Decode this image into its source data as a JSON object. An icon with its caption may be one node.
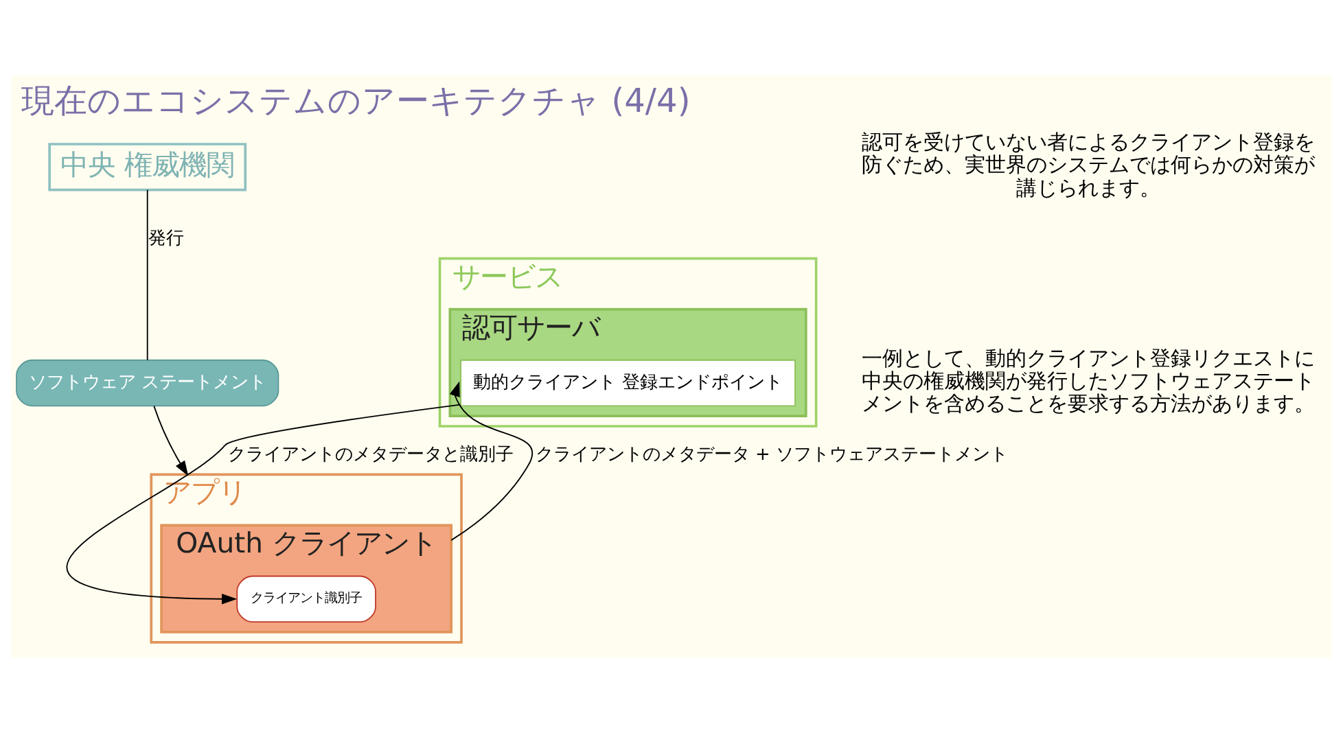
{
  "diagram": {
    "title": "現在のエコシステムのアーキテクチャ (4/4)",
    "nodes": [
      {
        "text": [
          "中央 権威機関"
        ]
      },
      {
        "text": [
          "ソフトウェア ステートメント"
        ]
      },
      {
        "text": [
          "サービス"
        ]
      },
      {
        "text": [
          "認可サーバ"
        ],
        "in": 2
      },
      {
        "text": [
          "動的クライアント 登録エンドポイント"
        ],
        "in": 3
      },
      {
        "text": [
          "アプリ"
        ]
      },
      {
        "text": [
          "OAuth クライアント"
        ],
        "in": 5
      },
      {
        "text": [
          "クライアント識別子"
        ],
        "in": 6
      }
    ],
    "edges": [
      {
        "from": 0,
        "to": 1,
        "arrow": "none",
        "label": "発行"
      },
      {
        "from": 1,
        "to": 5,
        "arrow": "to"
      },
      {
        "from": 6,
        "to": 4,
        "arrow": "to",
        "label": "クライアントのメタデータ + ソフトウェアステートメント"
      },
      {
        "from": 4,
        "to": 7,
        "arrow": "to",
        "label": "クライアントのメタデータと識別子"
      }
    ],
    "labels": [
      "認可を受けていない者によるクライアント登録を防ぐため、実世界のシステムでは何らかの対策が講じられます。",
      "一例として、動的クライアント登録リクエストに中央の権威機関が発行したソフトウェアステートメントを含めることを要求する方法があります。"
    ]
  }
}
